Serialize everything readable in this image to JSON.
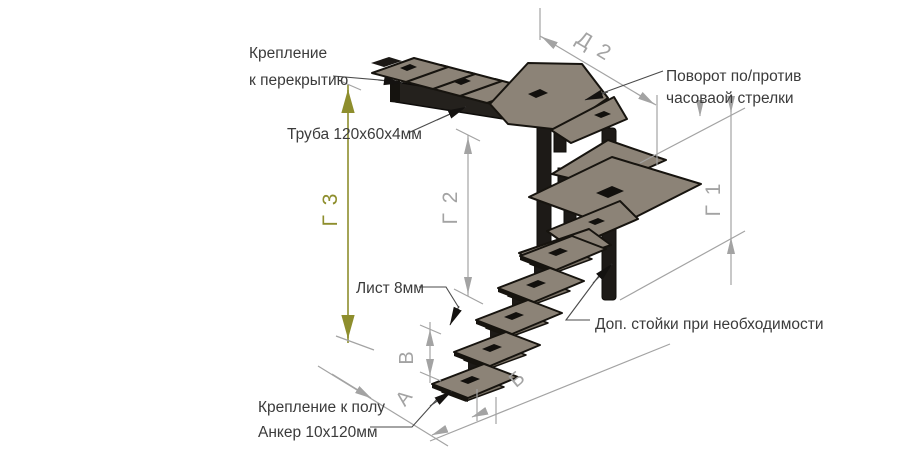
{
  "diagram": {
    "type": "isometric staircase frame drawing with winder turn",
    "annotations": {
      "ceiling_mount_line1": "Крепление",
      "ceiling_mount_line2": "к перекрытию",
      "tube": "Труба 120х60х4мм",
      "turn_line1": "Поворот по/против",
      "turn_line2": "часоваой стрелки",
      "sheet": "Лист 8мм",
      "extra_posts": "Доп. стойки при необходимости",
      "floor_mount": "Крепление к полу",
      "anchor": "Анкер 10х120мм"
    },
    "dimensions": {
      "g3": "Г 3",
      "g2": "Г 2",
      "g1": "Г 1",
      "d2": "Д 2",
      "v": "В",
      "a": "А",
      "b": "Б"
    },
    "colors": {
      "accent_olive": "#8e8e2d",
      "dimension_gray": "#a3a3a3",
      "annotation_text": "#3b3b3b",
      "steel_dark": "#1d1a17",
      "tread_taupe": "#8c8377",
      "background": "#ffffff"
    }
  }
}
